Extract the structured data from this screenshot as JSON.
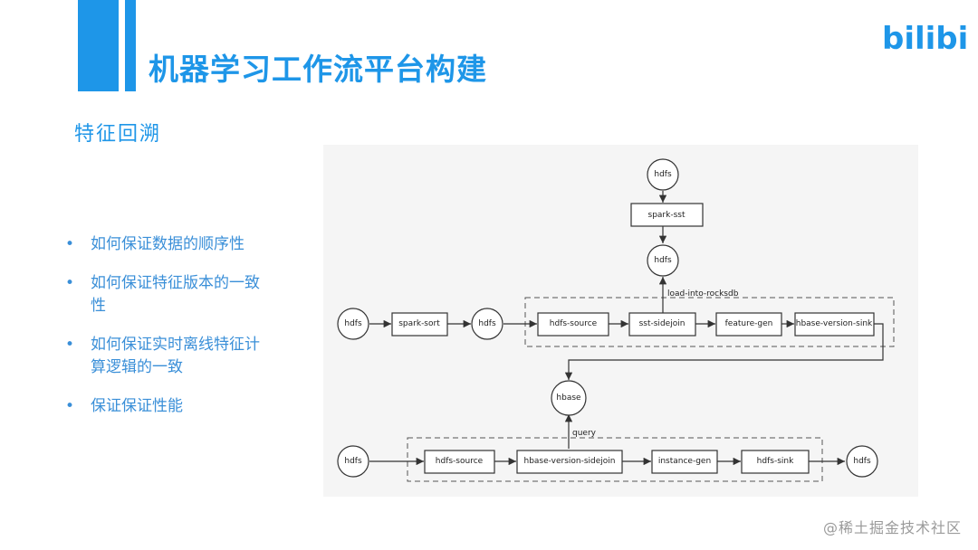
{
  "slide": {
    "title": "机器学习工作流平台构建",
    "subtitle": "特征回溯",
    "logo_text": "bilibili",
    "bullets": [
      "如何保证数据的顺序性",
      "如何保证特征版本的一致性",
      "如何保证实时离线特征计算逻辑的一致",
      "保证保证性能"
    ],
    "watermark": "@稀土掘金技术社区"
  },
  "diagram": {
    "nodes": {
      "hdfs_top": "hdfs",
      "spark_sst": "spark-sst",
      "hdfs_mid": "hdfs",
      "hdfs_left": "hdfs",
      "spark_sort": "spark-sort",
      "hdfs_sorted": "hdfs",
      "hdfs_source_1": "hdfs-source",
      "sst_sidejoin": "sst-sidejoin",
      "feature_gen": "feature-gen",
      "hbase_version_sink": "hbase-version-sink",
      "hbase": "hbase",
      "hdfs_bottom_left": "hdfs",
      "hdfs_source_2": "hdfs-source",
      "hbase_version_sidejoin": "hbase-version-sidejoin",
      "instance_gen": "instance-gen",
      "hdfs_sink": "hdfs-sink",
      "hdfs_bottom_right": "hdfs"
    },
    "edge_labels": {
      "load_into_rocksdb": "load-into-rocksdb",
      "query": "query"
    },
    "colors": {
      "accent": "#1e96e8",
      "stroke": "#333333",
      "panel": "#f5f5f5"
    }
  }
}
